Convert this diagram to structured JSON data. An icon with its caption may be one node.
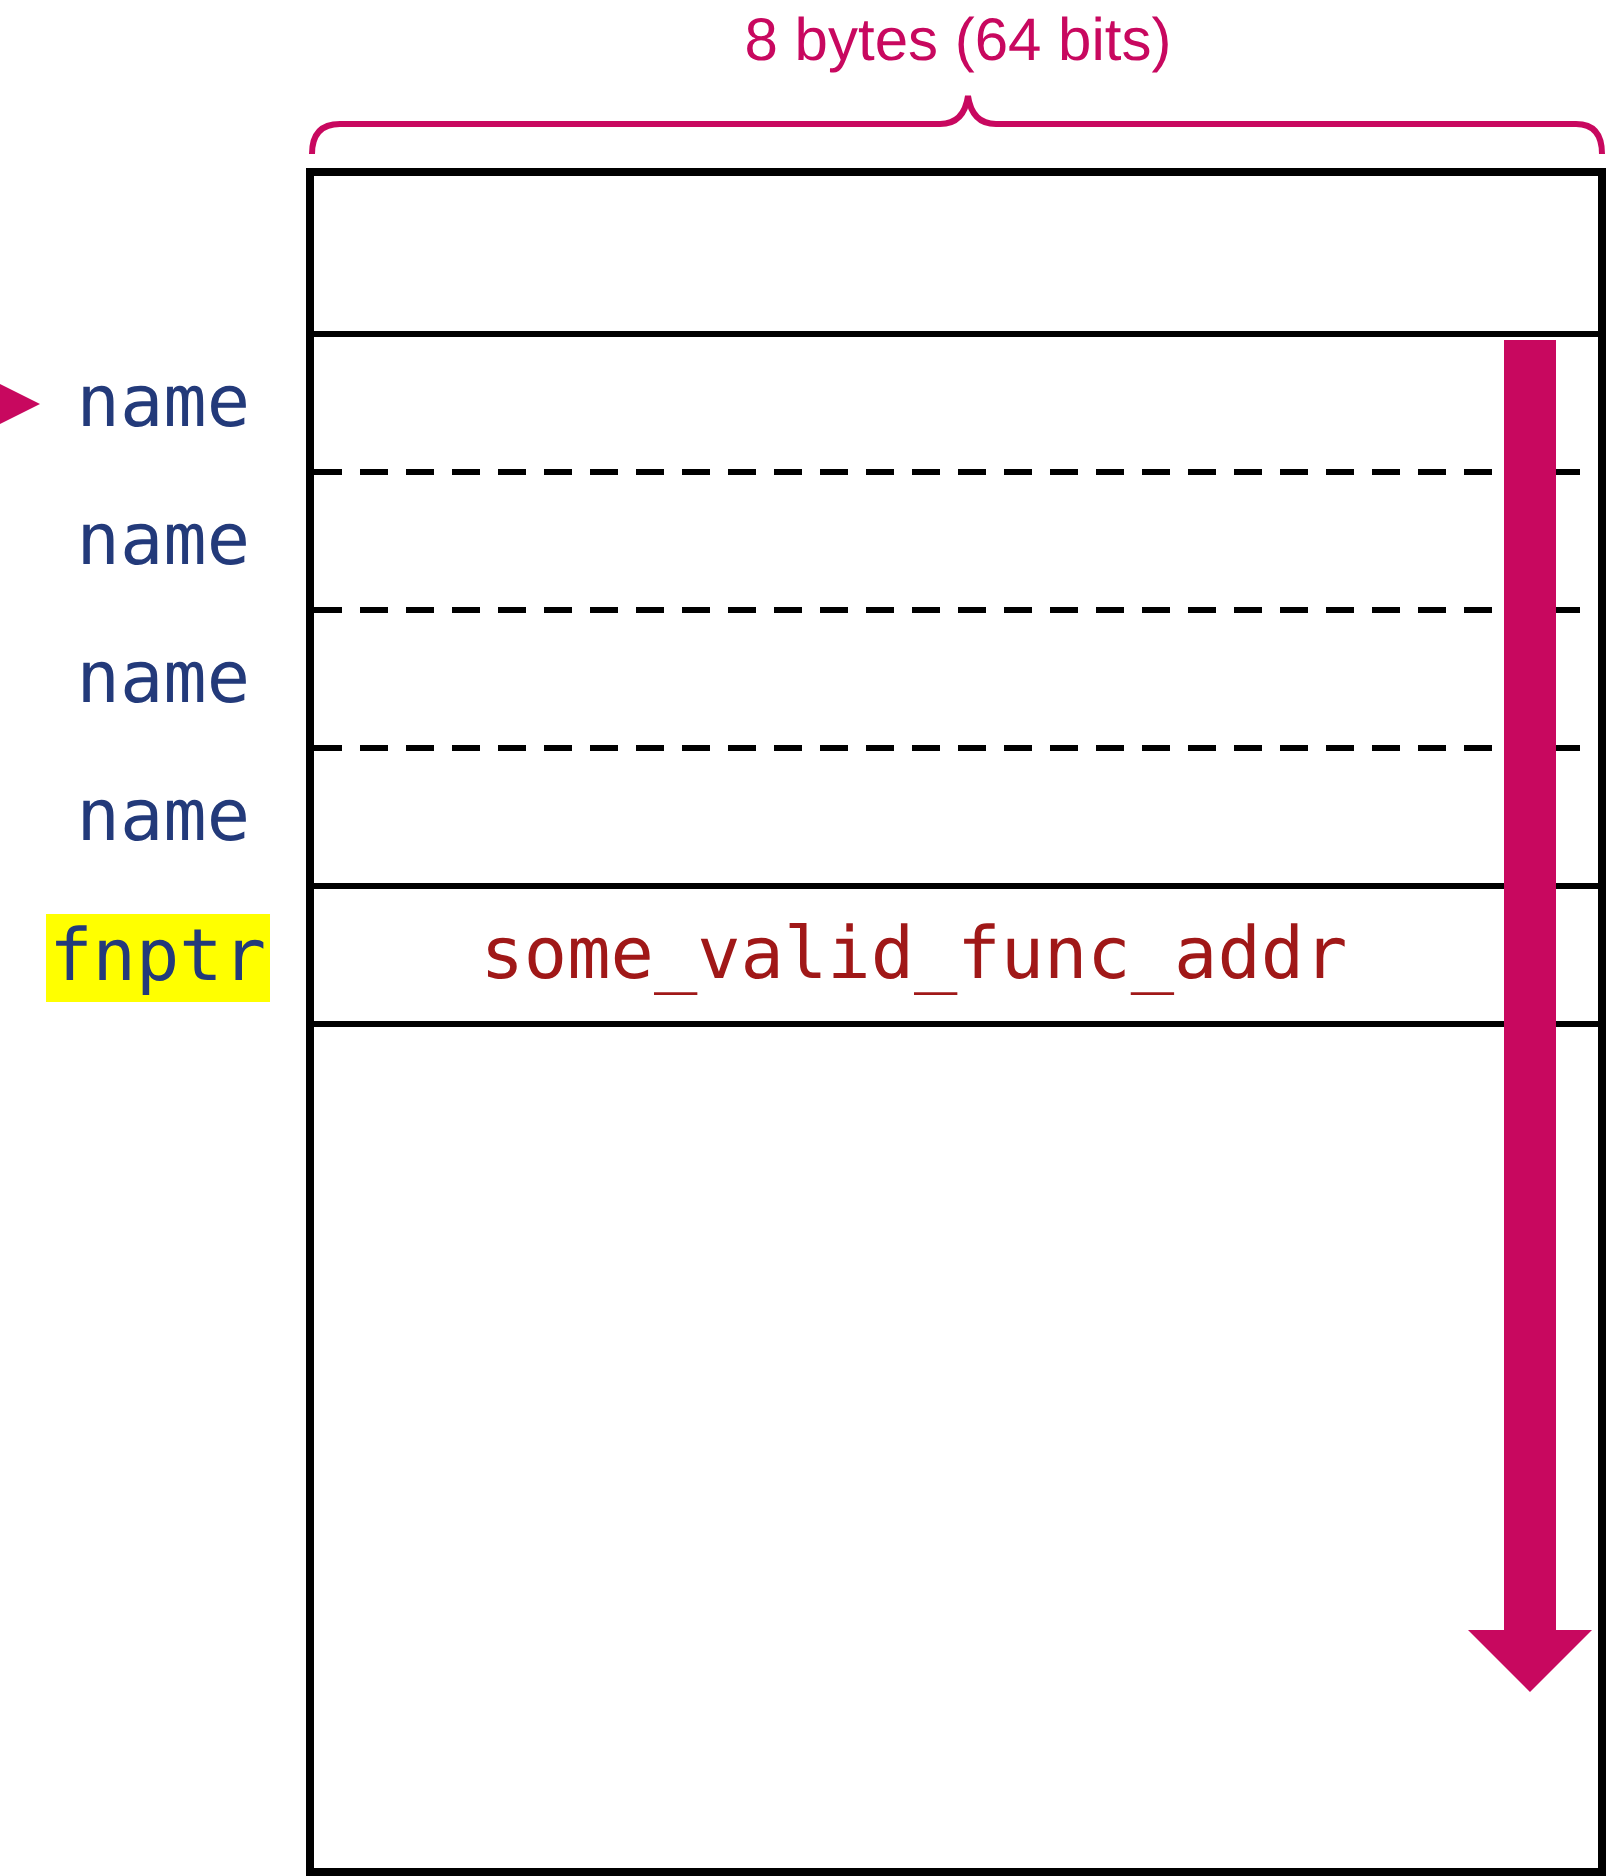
{
  "diagram": {
    "nodes": [
      {
        "text": [
          "some_valid_func_addr"
        ],
        "beside": [
          "fnptr"
        ]
      }
    ],
    "edges": [],
    "labels": [
      "8 bytes (64 bits)",
      "name",
      "name",
      "name",
      "name"
    ]
  }
}
